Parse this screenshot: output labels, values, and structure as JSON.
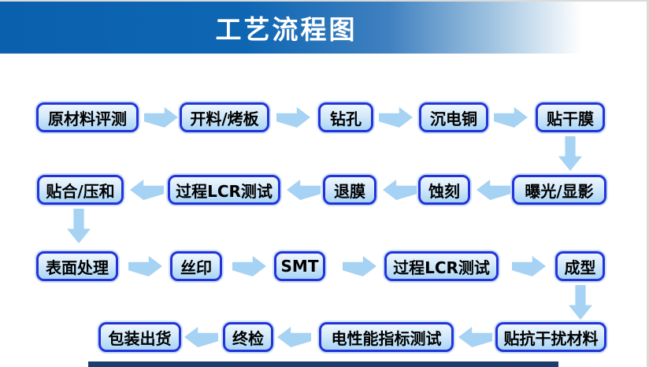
{
  "header": {
    "title": "工艺流程图"
  },
  "flow": {
    "rows": [
      {
        "direction": "left-to-right",
        "nodes": [
          "原材料评测",
          "开料/烤板",
          "钻孔",
          "沉电铜",
          "贴干膜"
        ]
      },
      {
        "direction": "right-to-left",
        "nodes": [
          "贴合/压和",
          "过程LCR测试",
          "退膜",
          "蚀刻",
          "曝光/显影"
        ]
      },
      {
        "direction": "left-to-right",
        "nodes": [
          "表面处理",
          "丝印",
          "SMT",
          "过程LCR测试",
          "成型"
        ]
      },
      {
        "direction": "right-to-left",
        "nodes": [
          "包装出货",
          "终检",
          "电性能指标测试",
          "贴抗干扰材料"
        ]
      }
    ]
  },
  "colors": {
    "header_blue": "#0b60ad",
    "box_border": "#2433d9",
    "box_fill_top": "#eef7fe",
    "box_fill_bottom": "#a9d5f6",
    "arrow": "#a6d2f3",
    "bottom_bar": "#1c3c6e",
    "page_edge_gray": "#d9d9d9"
  }
}
